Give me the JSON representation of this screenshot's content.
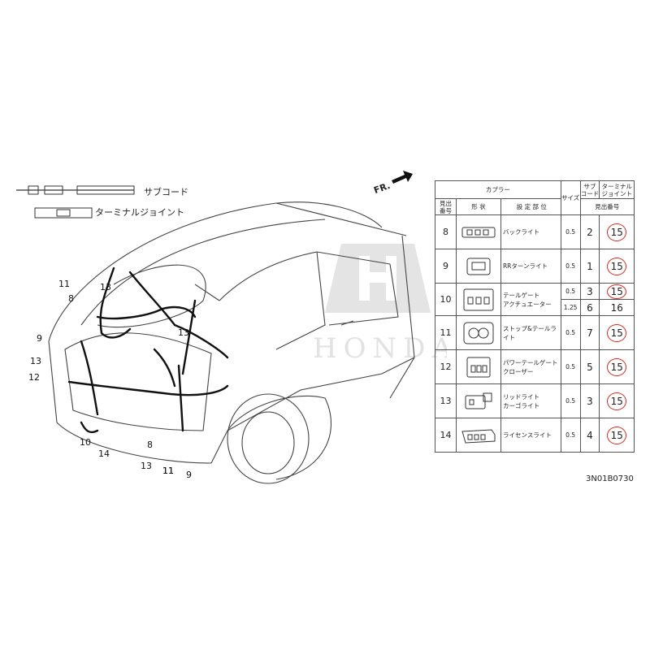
{
  "legend": {
    "sub_code": "サブコード",
    "terminal_joint": "ターミナルジョイント"
  },
  "direction_label": "FR.",
  "watermark": "HONDA",
  "callouts": [
    "11",
    "8",
    "13",
    "9",
    "13",
    "12",
    "13",
    "11",
    "10",
    "14",
    "8",
    "13",
    "11",
    "9"
  ],
  "table": {
    "header_coupler": "カプラー",
    "header_size": "サイズ",
    "header_sub": "サブ\nコード",
    "header_term": "ターミナル\nジョイント",
    "col_no": "見出\n番号",
    "col_shape": "形 状",
    "col_location": "設 定 部 位",
    "col_callout_no": "見出番号",
    "rows": [
      {
        "no": "8",
        "location": "バックライト",
        "size": "0.5",
        "sub": "2",
        "term": "15",
        "circled": true
      },
      {
        "no": "9",
        "location": "RRターンライト",
        "size": "0.5",
        "sub": "1",
        "term": "15",
        "circled": true
      },
      {
        "no": "10",
        "location": "テールゲート\nアクチュエーター",
        "size": "0.5",
        "sub": "3",
        "term": "15",
        "circled": true,
        "extra": {
          "size": "1.25",
          "sub": "6",
          "term": "16"
        }
      },
      {
        "no": "11",
        "location": "ストップ&テールライト",
        "size": "0.5",
        "sub": "7",
        "term": "15",
        "circled": true
      },
      {
        "no": "12",
        "location": "パワーテールゲート\nクローザー",
        "size": "0.5",
        "sub": "5",
        "term": "15",
        "circled": true
      },
      {
        "no": "13",
        "location": "リッドライト\nカーゴライト",
        "size": "0.5",
        "sub": "3",
        "term": "15",
        "circled": true
      },
      {
        "no": "14",
        "location": "ライセンスライト",
        "size": "0.5",
        "sub": "4",
        "term": "15",
        "circled": true
      }
    ]
  },
  "doc_code": "3N01B0730",
  "colors": {
    "circle": "#d9281e",
    "line": "#333333",
    "watermark": "#e2e2e2"
  }
}
